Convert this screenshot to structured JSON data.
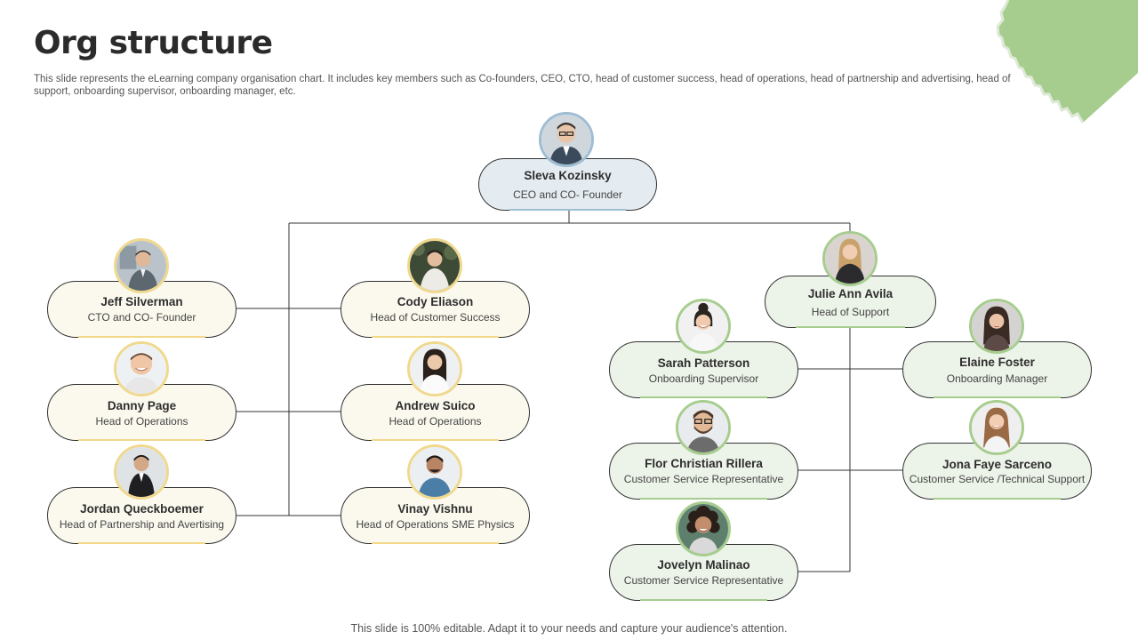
{
  "page": {
    "title": "Org structure",
    "description": "This slide represents the eLearning company organisation chart. It includes key members such as Co-founders, CEO, CTO,  head of customer success, head of operations, head of partnership and advertising, head of support, onboarding supervisor, onboarding manager, etc.",
    "footer": "This slide is 100% editable. Adapt it to your needs and capture your audience's attention."
  },
  "colors": {
    "accent_green": "#a6cd8e",
    "accent_yellow": "#f2d98a",
    "accent_blue": "#9fbdd3",
    "node_yellow_fill": "#fbf9ee",
    "node_green_fill": "#ecf3e8",
    "node_blue_fill": "#e4ecf1"
  },
  "people": {
    "ceo": {
      "name": "Sleva Kozinsky",
      "role": "CEO and CO- Founder",
      "photo": "avatar-man-glasses-icon"
    },
    "cto": {
      "name": "Jeff Silverman",
      "role": "CTO and CO- Founder",
      "photo": "avatar-man-suit-icon"
    },
    "customer_success": {
      "name": "Cody Eliason",
      "role": "Head of Customer Success",
      "photo": "avatar-man-outdoor-icon"
    },
    "ops1": {
      "name": "Danny Page",
      "role": "Head of Operations",
      "photo": "avatar-man-smiling-icon"
    },
    "ops2": {
      "name": "Andrew Suico",
      "role": "Head of Operations",
      "photo": "avatar-woman-white-top-icon"
    },
    "partnership": {
      "name": "Jordan Queckboemer",
      "role": "Head of Partnership and Avertising",
      "photo": "avatar-man-dark-suit-icon"
    },
    "ops_sme": {
      "name": "Vinay Vishnu",
      "role": "Head of Operations SME Physics",
      "photo": "avatar-man-blue-shirt-icon"
    },
    "support": {
      "name": "Julie Ann Avila",
      "role": "Head of Support",
      "photo": "avatar-woman-blonde-icon"
    },
    "onboarding_supervisor": {
      "name": "Sarah Patterson",
      "role": "Onboarding Supervisor",
      "photo": "avatar-woman-bun-icon"
    },
    "onboarding_manager": {
      "name": "Elaine Foster",
      "role": "Onboarding  Manager",
      "photo": "avatar-woman-dark-hair-icon"
    },
    "csr1": {
      "name": "Flor Christian Rillera",
      "role": "Customer Service Representative",
      "photo": "avatar-man-glasses-beard-icon"
    },
    "tech_support": {
      "name": "Jona Faye Sarceno",
      "role": "Customer Service /Technical Support",
      "photo": "avatar-woman-long-hair-icon"
    },
    "csr2": {
      "name": "Jovelyn Malinao",
      "role": "Customer Service Representative",
      "photo": "avatar-woman-curly-hair-icon"
    }
  }
}
